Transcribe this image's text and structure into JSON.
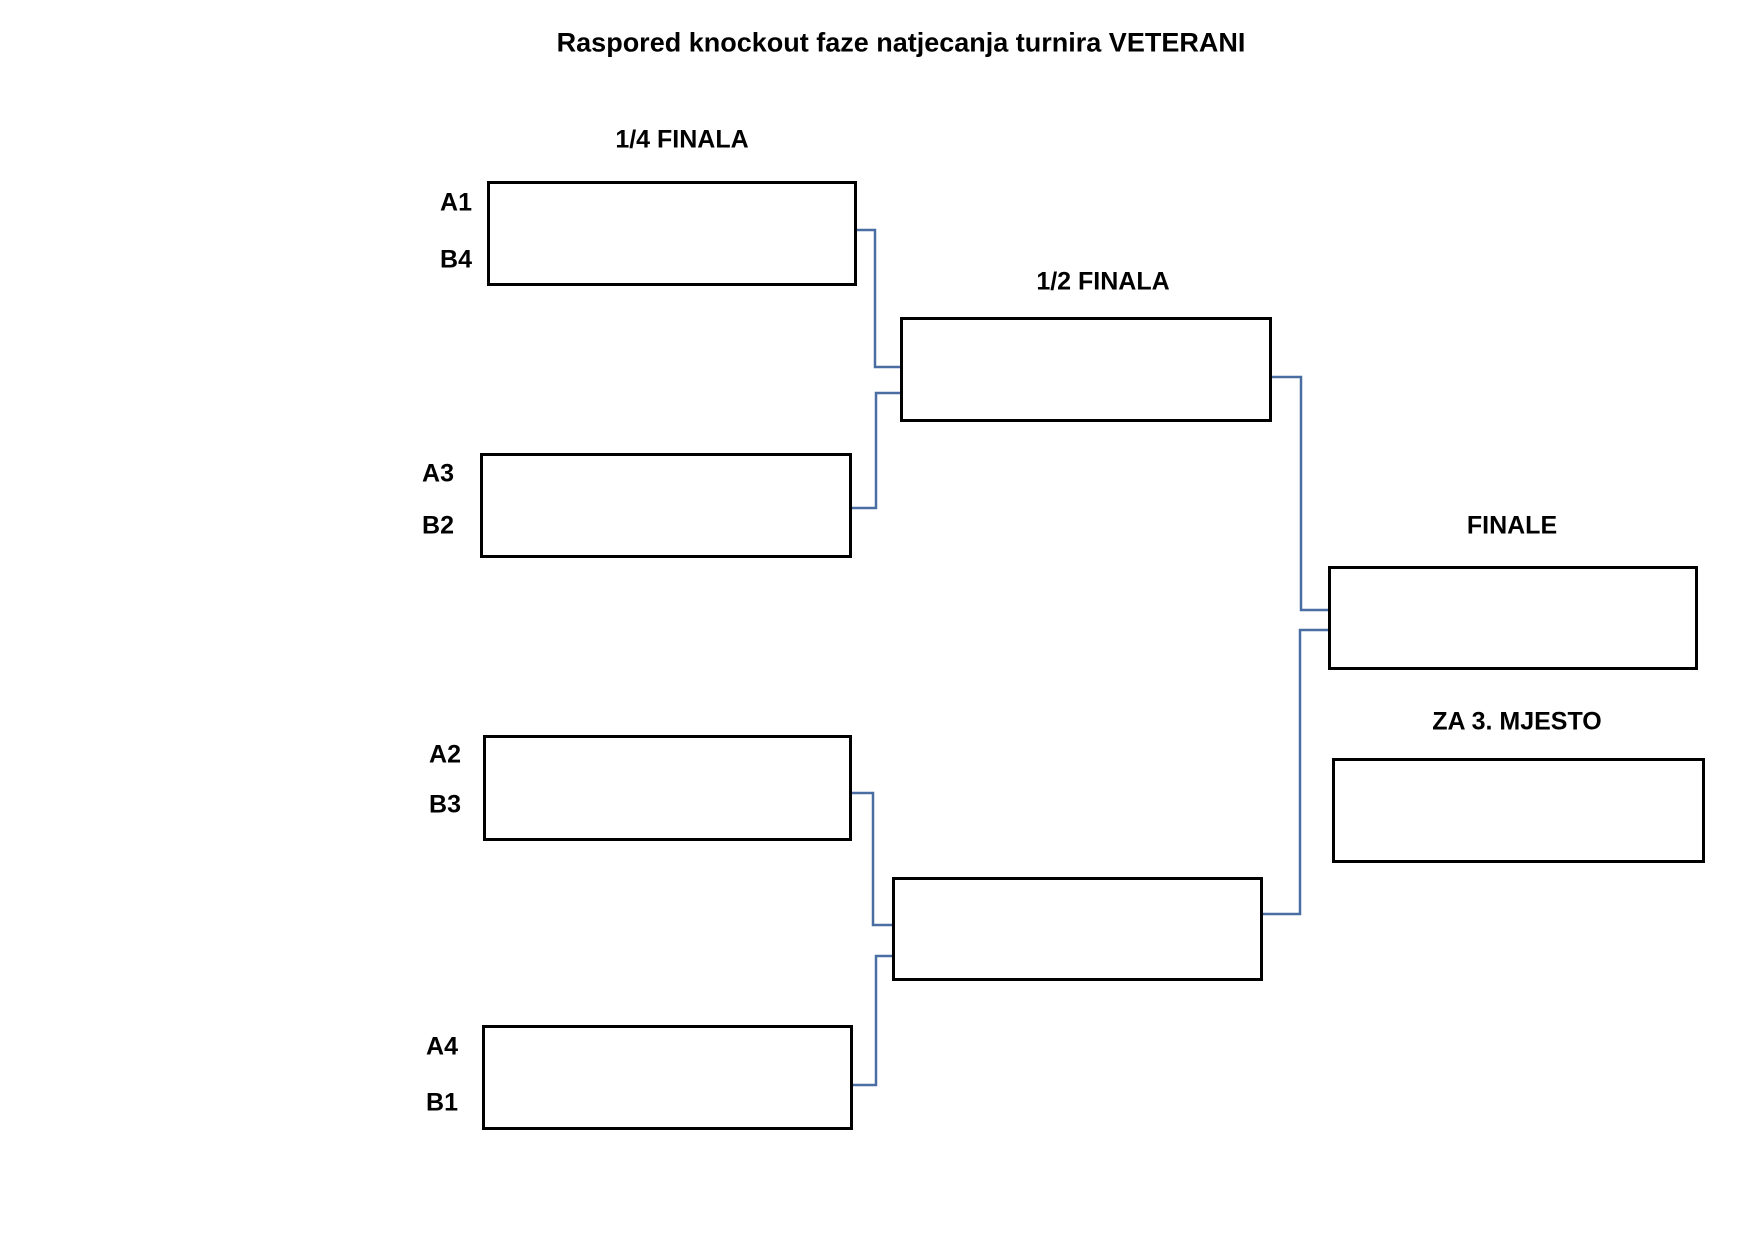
{
  "title": "Raspored knockout faze natjecanja turnira VETERANI",
  "colors": {
    "connector": "#4a6ea4",
    "box_border": "#000000",
    "background": "#ffffff",
    "text": "#000000"
  },
  "bracket": {
    "quarterfinals": {
      "header": "1/4 FINALA",
      "matches": [
        {
          "id": "QF1",
          "seeds": [
            "A1",
            "B4"
          ],
          "value": ""
        },
        {
          "id": "QF2",
          "seeds": [
            "A3",
            "B2"
          ],
          "value": ""
        },
        {
          "id": "QF3",
          "seeds": [
            "A2",
            "B3"
          ],
          "value": ""
        },
        {
          "id": "QF4",
          "seeds": [
            "A4",
            "B1"
          ],
          "value": ""
        }
      ]
    },
    "semifinals": {
      "header": "1/2 FINALA",
      "matches": [
        {
          "id": "SF1",
          "value": ""
        },
        {
          "id": "SF2",
          "value": ""
        }
      ]
    },
    "final": {
      "header": "FINALE",
      "matches": [
        {
          "id": "F",
          "value": ""
        }
      ]
    },
    "third_place": {
      "header": "ZA 3. MJESTO",
      "matches": [
        {
          "id": "P3",
          "value": ""
        }
      ]
    }
  }
}
